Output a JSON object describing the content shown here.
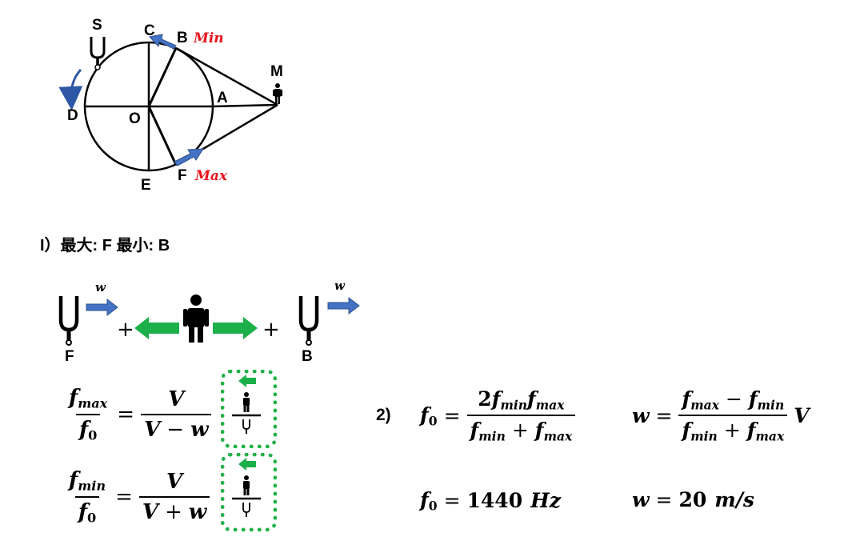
{
  "diagram": {
    "labels": {
      "S": "S",
      "C": "C",
      "B": "B",
      "M": "M",
      "D": "D",
      "O": "O",
      "A": "A",
      "E": "E",
      "F": "F",
      "min_tag": "Min",
      "max_tag": "Max"
    },
    "colors": {
      "arrow_blue": "#4472c4",
      "arrow_green": "#1db04a",
      "tag_red": "#e8141c",
      "curve_arrow": "#2e58a6"
    }
  },
  "part1": {
    "heading": "I）最大: F 最小: B",
    "scene": {
      "left_source_label": "F",
      "right_source_label": "B",
      "velocity_label": "w",
      "plus": "+"
    }
  },
  "equations": {
    "eq1": {
      "lhs_num": "f",
      "lhs_num_sub": "max",
      "lhs_den": "f",
      "lhs_den_sub": "0",
      "eq": "=",
      "rhs_num": "V",
      "rhs_den_a": "V",
      "rhs_den_op": "−",
      "rhs_den_b": "w"
    },
    "eq2": {
      "lhs_num": "f",
      "lhs_num_sub": "min",
      "lhs_den": "f",
      "lhs_den_sub": "0",
      "eq": "=",
      "rhs_num": "V",
      "rhs_den_a": "V",
      "rhs_den_op": "+",
      "rhs_den_b": "w"
    },
    "part2_label": "2)",
    "eq3": {
      "lhs": "f",
      "lhs_sub": "0",
      "eq": "=",
      "num_coef": "2",
      "num_f1": "f",
      "num_f1_sub": "min",
      "num_f2": "f",
      "num_f2_sub": "max",
      "den_f1": "f",
      "den_f1_sub": "min",
      "den_op": "+",
      "den_f2": "f",
      "den_f2_sub": "max"
    },
    "eq4": {
      "lhs": "w",
      "eq": "=",
      "num_f1": "f",
      "num_f1_sub": "max",
      "num_op": "−",
      "num_f2": "f",
      "num_f2_sub": "min",
      "den_f1": "f",
      "den_f1_sub": "min",
      "den_op": "+",
      "den_f2": "f",
      "den_f2_sub": "max",
      "tail": "V"
    },
    "eq5": {
      "lhs": "f",
      "lhs_sub": "0",
      "eq": "=",
      "value": "1440",
      "unit": "Hz"
    },
    "eq6": {
      "lhs": "w",
      "eq": "=",
      "value": "20",
      "unit": "m/s"
    }
  }
}
